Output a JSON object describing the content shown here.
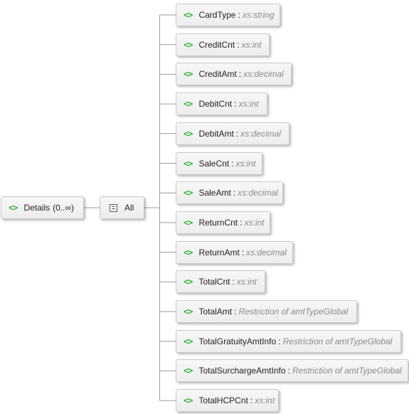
{
  "root": {
    "name": "Details",
    "cardinality": "(0..∞)"
  },
  "compositor": {
    "label": "All"
  },
  "children": [
    {
      "name": "CardType",
      "type": "xs:string"
    },
    {
      "name": "CreditCnt",
      "type": "xs:int"
    },
    {
      "name": "CreditAmt",
      "type": "xs:decimal"
    },
    {
      "name": "DebitCnt",
      "type": "xs:int"
    },
    {
      "name": "DebitAmt",
      "type": "xs:decimal"
    },
    {
      "name": "SaleCnt",
      "type": "xs:int"
    },
    {
      "name": "SaleAmt",
      "type": "xs:decimal"
    },
    {
      "name": "ReturnCnt",
      "type": "xs:int"
    },
    {
      "name": "ReturnAmt",
      "type": "xs:decimal"
    },
    {
      "name": "TotalCnt",
      "type": "xs:int"
    },
    {
      "name": "TotalAmt",
      "type": "Restriction of amtTypeGlobal"
    },
    {
      "name": "TotalGratuityAmtInfo",
      "type": "Restriction of amtTypeGlobal"
    },
    {
      "name": "TotalSurchargeAmtInfo",
      "type": "Restriction of amtTypeGlobal"
    },
    {
      "name": "TotalHCPCnt",
      "type": "xs:int"
    }
  ],
  "icons": {
    "element": "element-tag-icon",
    "compositor": "all-compositor-icon"
  },
  "colors": {
    "element_icon": "#2fb52f",
    "type_text": "#8a8a8a",
    "connector": "#9a9a9a"
  }
}
